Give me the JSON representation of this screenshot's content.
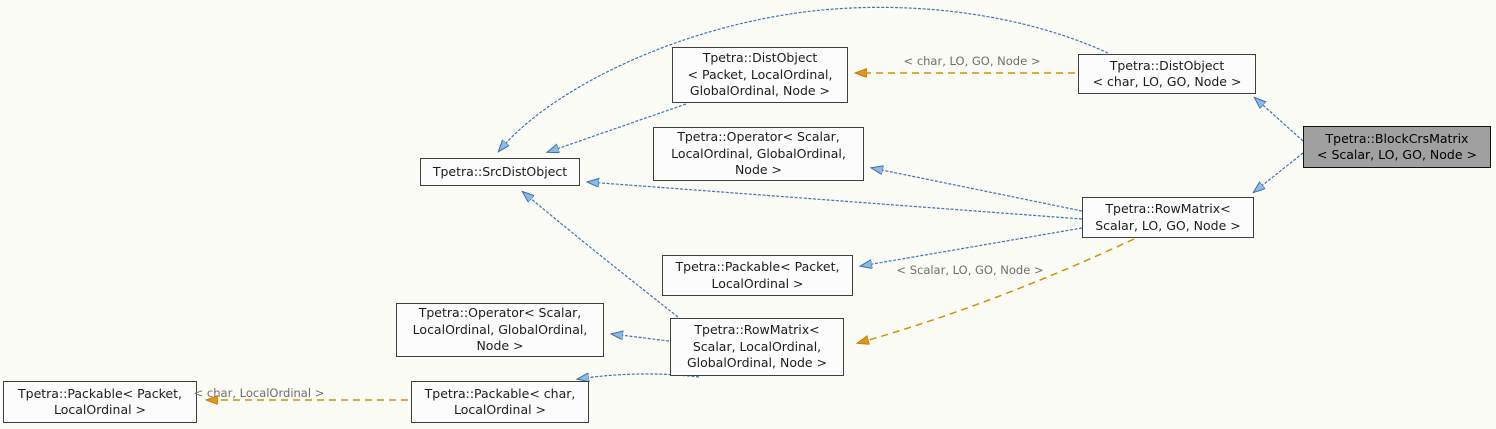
{
  "diagram": {
    "kind": "doxygen-inheritance-graph",
    "colors": {
      "background": "#fbfcf6",
      "node_fill": "#fcfcfc",
      "node_border": "#3f3f3f",
      "current_node_fill": "#a0a0a0",
      "inheritance_edge": "#3f74b5",
      "inheritance_arrowhead": "#8cbae8",
      "template_edge": "#d88e06",
      "edge_label_text": "#6f6f6f"
    },
    "nodes": [
      {
        "id": "distobject-packet",
        "label": "Tpetra::DistObject\n< Packet, LocalOrdinal,\nGlobalOrdinal, Node >",
        "current": false
      },
      {
        "id": "distobject-char",
        "label": "Tpetra::DistObject\n< char, LO, GO, Node >",
        "current": false
      },
      {
        "id": "blockcrsmatrix",
        "label": "Tpetra::BlockCrsMatrix\n< Scalar, LO, GO, Node >",
        "current": true
      },
      {
        "id": "operator-upper",
        "label": "Tpetra::Operator< Scalar,\nLocalOrdinal, GlobalOrdinal,\nNode >",
        "current": false
      },
      {
        "id": "srcdistobject",
        "label": "Tpetra::SrcDistObject",
        "current": false
      },
      {
        "id": "rowmatrix-short",
        "label": "Tpetra::RowMatrix<\nScalar, LO, GO, Node >",
        "current": false
      },
      {
        "id": "packable-packet-mid",
        "label": "Tpetra::Packable< Packet,\nLocalOrdinal >",
        "current": false
      },
      {
        "id": "operator-lower",
        "label": "Tpetra::Operator< Scalar,\nLocalOrdinal, GlobalOrdinal,\nNode >",
        "current": false
      },
      {
        "id": "rowmatrix-long",
        "label": "Tpetra::RowMatrix<\nScalar, LocalOrdinal,\nGlobalOrdinal, Node >",
        "current": false
      },
      {
        "id": "packable-packet-bl",
        "label": "Tpetra::Packable< Packet,\nLocalOrdinal >",
        "current": false
      },
      {
        "id": "packable-char",
        "label": "Tpetra::Packable< char,\nLocalOrdinal >",
        "current": false
      }
    ],
    "edges": [
      {
        "from": "distobject-char",
        "to": "srcdistobject",
        "type": "inheritance",
        "label": ""
      },
      {
        "from": "distobject-packet",
        "to": "srcdistobject",
        "type": "inheritance",
        "label": ""
      },
      {
        "from": "blockcrsmatrix",
        "to": "distobject-char",
        "type": "inheritance",
        "label": ""
      },
      {
        "from": "blockcrsmatrix",
        "to": "rowmatrix-short",
        "type": "inheritance",
        "label": ""
      },
      {
        "from": "rowmatrix-short",
        "to": "operator-upper",
        "type": "inheritance",
        "label": ""
      },
      {
        "from": "rowmatrix-short",
        "to": "srcdistobject",
        "type": "inheritance",
        "label": ""
      },
      {
        "from": "rowmatrix-short",
        "to": "packable-packet-mid",
        "type": "inheritance",
        "label": ""
      },
      {
        "from": "rowmatrix-long",
        "to": "srcdistobject",
        "type": "inheritance",
        "label": ""
      },
      {
        "from": "rowmatrix-long",
        "to": "operator-lower",
        "type": "inheritance",
        "label": ""
      },
      {
        "from": "rowmatrix-long",
        "to": "packable-char",
        "type": "inheritance",
        "label": ""
      },
      {
        "from": "distobject-char",
        "to": "distobject-packet",
        "type": "template-instantiation",
        "label": "< char, LO, GO, Node >"
      },
      {
        "from": "rowmatrix-short",
        "to": "rowmatrix-long",
        "type": "template-instantiation",
        "label": "< Scalar, LO, GO, Node >"
      },
      {
        "from": "packable-char",
        "to": "packable-packet-bl",
        "type": "template-instantiation",
        "label": "< char, LocalOrdinal >"
      }
    ]
  }
}
